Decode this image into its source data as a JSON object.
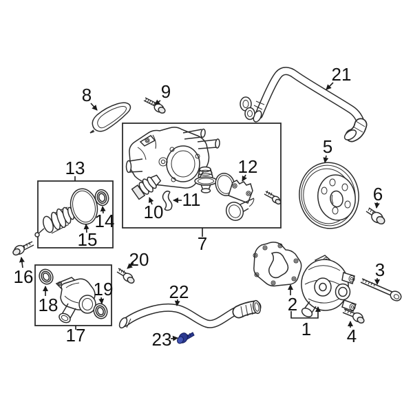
{
  "diagram": {
    "background_color": "#ffffff",
    "line_color": "#2b2b2b",
    "label_color": "#111111",
    "highlight_color": "#2b3990",
    "callouts": [
      {
        "label": "1"
      },
      {
        "label": "2"
      },
      {
        "label": "3"
      },
      {
        "label": "4"
      },
      {
        "label": "5"
      },
      {
        "label": "6"
      },
      {
        "label": "7"
      },
      {
        "label": "8"
      },
      {
        "label": "9"
      },
      {
        "label": "10"
      },
      {
        "label": "11"
      },
      {
        "label": "12"
      },
      {
        "label": "13"
      },
      {
        "label": "14"
      },
      {
        "label": "15"
      },
      {
        "label": "16"
      },
      {
        "label": "17"
      },
      {
        "label": "18"
      },
      {
        "label": "19"
      },
      {
        "label": "20"
      },
      {
        "label": "21"
      },
      {
        "label": "22"
      },
      {
        "label": "23"
      }
    ]
  }
}
